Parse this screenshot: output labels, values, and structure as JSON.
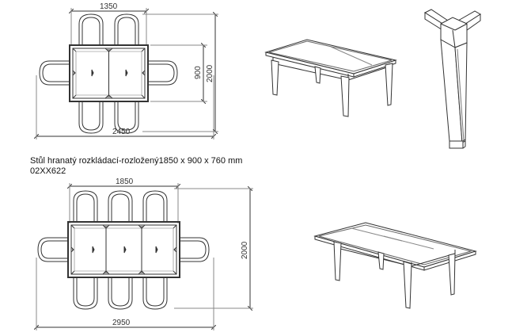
{
  "caption": {
    "title": "Stůl hranatý rozkládací-rozložený1850 x 900 x 760 mm",
    "code": "02XX622"
  },
  "plan_top": {
    "dim_table_width": "1350",
    "dim_table_depth": "900",
    "dim_overall_depth": "2000",
    "dim_overall_width": "2450"
  },
  "plan_bottom": {
    "dim_table_width": "1850",
    "dim_overall_depth": "2000",
    "dim_overall_width": "2950"
  }
}
